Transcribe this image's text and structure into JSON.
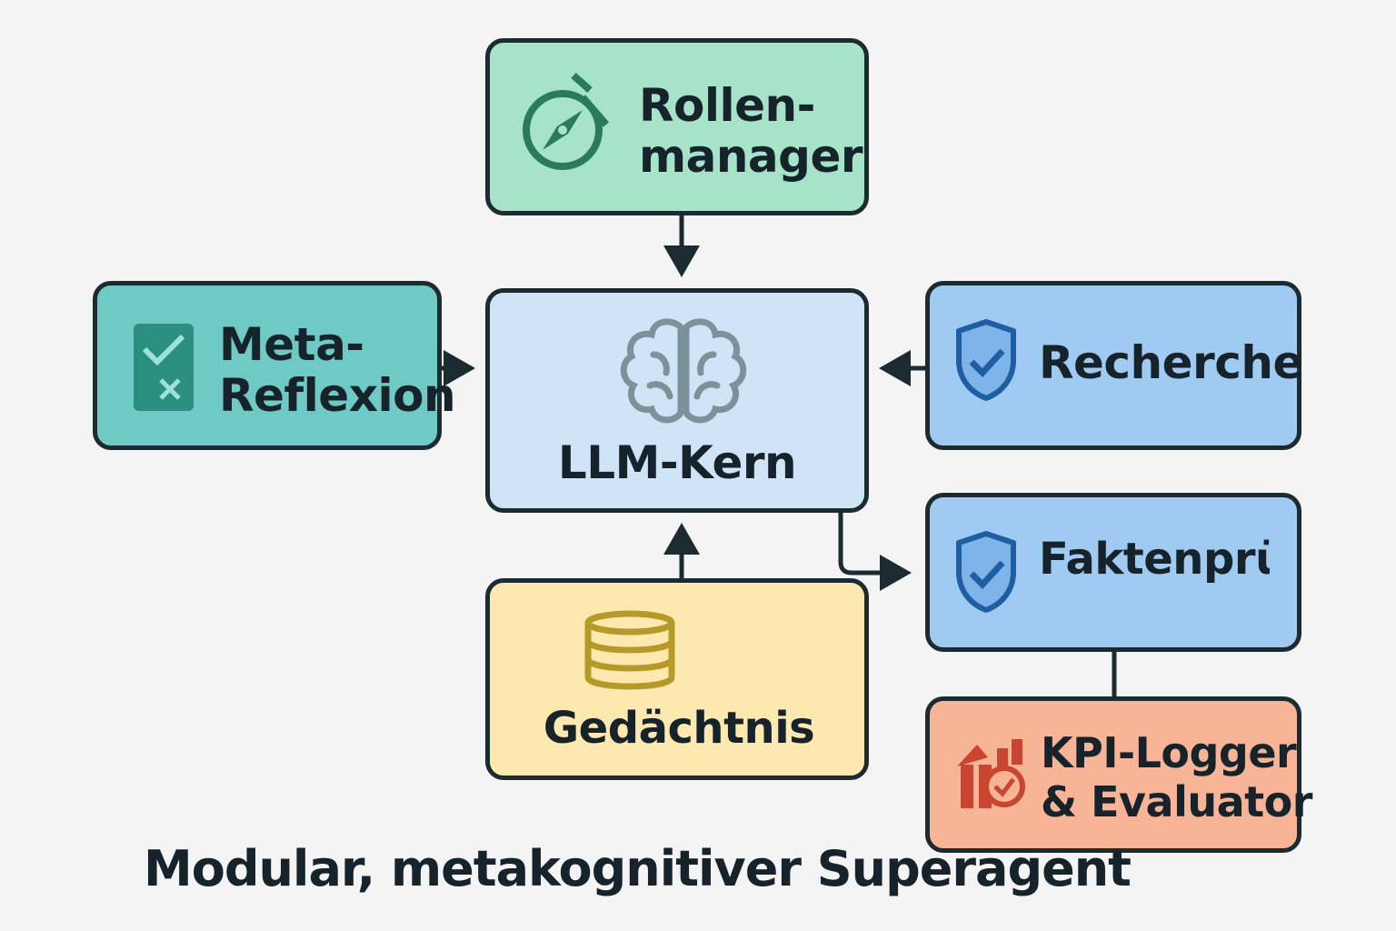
{
  "diagram": {
    "title": "Modular, metakognitiver Superagent",
    "colors": {
      "rollen": "#a6e3c8",
      "meta": "#6fc9c4",
      "kern": "#cfe4f6",
      "recherche": "#9fcbf3",
      "fakten": "#9fcbf3",
      "gedaechtnis": "#fde9b0",
      "kpi": "#f8b496",
      "stroke": "#1b2b30"
    },
    "nodes": {
      "rollenmanager": {
        "line1": "Rollen-",
        "line2": "manager",
        "icon": "compass-icon"
      },
      "meta_reflexion": {
        "line1": "Meta-",
        "line2": "Reflexion",
        "icon": "checklist-icon"
      },
      "llm_kern": {
        "label": "LLM-Kern",
        "icon": "brain-icon"
      },
      "recherche": {
        "label": "Recherche",
        "icon": "shield-check-icon"
      },
      "faktenpruefung": {
        "label": "Faktenprüf",
        "icon": "shield-check-icon"
      },
      "gedaechtnis": {
        "label": "Gedächtnis",
        "icon": "database-icon"
      },
      "kpi_logger": {
        "line1": "KPI-Logger",
        "line2": "& Evaluator",
        "icon": "chart-check-icon"
      }
    },
    "edges": [
      {
        "from": "rollenmanager",
        "to": "llm_kern"
      },
      {
        "from": "meta_reflexion",
        "to": "llm_kern"
      },
      {
        "from": "recherche",
        "to": "llm_kern"
      },
      {
        "from": "gedaechtnis",
        "to": "llm_kern"
      },
      {
        "from": "llm_kern",
        "to": "faktenpruefung"
      },
      {
        "from": "faktenpruefung",
        "to": "kpi_logger"
      }
    ]
  }
}
